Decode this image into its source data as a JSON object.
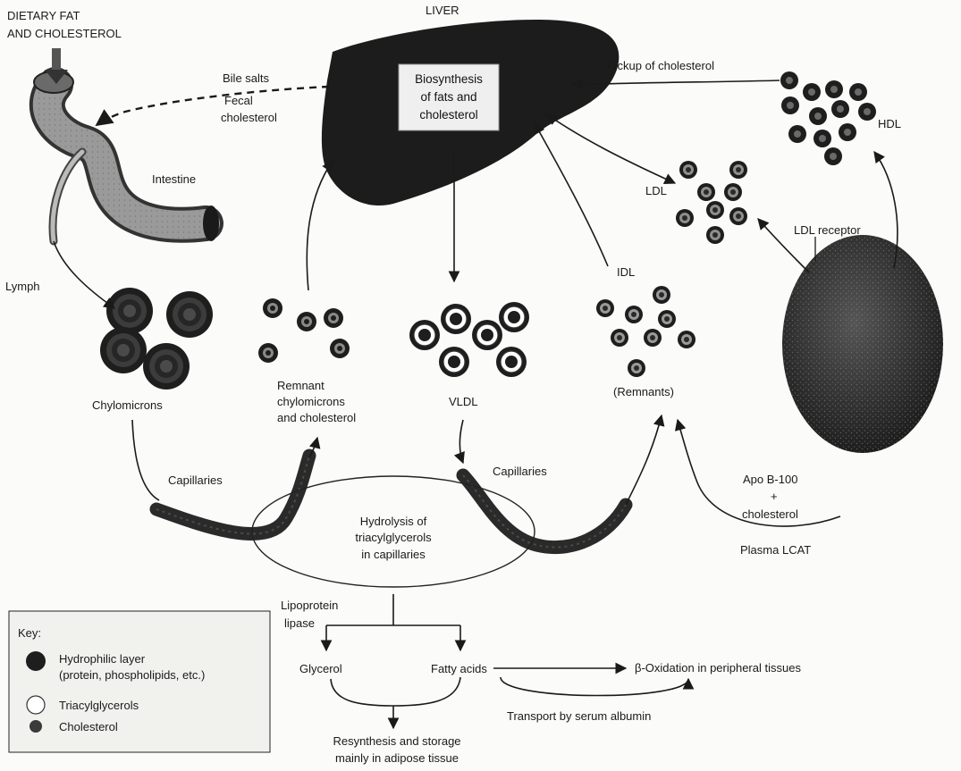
{
  "labels": {
    "dietary_line1": "DIETARY FAT",
    "dietary_line2": "AND CHOLESTEROL",
    "liver": "LIVER",
    "biosynthesis_line1": "Biosynthesis",
    "biosynthesis_line2": "of fats and",
    "biosynthesis_line3": "cholesterol",
    "bile_salts": "Bile salts",
    "fecal_line1": "Fecal",
    "fecal_line2": "cholesterol",
    "intestine": "Intestine",
    "lymph": "Lymph",
    "pickup": "Pickup of cholesterol",
    "hdl": "HDL",
    "ldl": "LDL",
    "ldl_receptor": "LDL receptor",
    "idl": "IDL",
    "chylomicrons": "Chylomicrons",
    "remnant_line1": "Remnant",
    "remnant_line2": "chylomicrons",
    "remnant_line3": "and cholesterol",
    "vldl": "VLDL",
    "remnants": "(Remnants)",
    "capillaries_left": "Capillaries",
    "capillaries_right": "Capillaries",
    "hydrolysis_line1": "Hydrolysis of",
    "hydrolysis_line2": "triacylglycerols",
    "hydrolysis_line3": "in capillaries",
    "apo_line1": "Apo B-100",
    "apo_plus": "+",
    "apo_line3": "cholesterol",
    "plasma_lcat": "Plasma LCAT",
    "lipoprotein_line1": "Lipoprotein",
    "lipoprotein_line2": "lipase",
    "glycerol": "Glycerol",
    "fatty_acids": "Fatty acids",
    "beta_oxidation": "β-Oxidation in peripheral tissues",
    "transport": "Transport by serum albumin",
    "resynthesis_line1": "Resynthesis and storage",
    "resynthesis_line2": "mainly in adipose tissue"
  },
  "key": {
    "title": "Key:",
    "hydrophilic_line1": "Hydrophilic layer",
    "hydrophilic_line2": "(protein, phospholipids, etc.)",
    "triacylglycerols": "Triacylglycerols",
    "cholesterol": "Cholesterol"
  },
  "colors": {
    "liver": "#1c1c1c",
    "particle_dark": "#1e1e1e",
    "particle_mid": "#6a6a6a",
    "cell": "#2b2b2b"
  }
}
